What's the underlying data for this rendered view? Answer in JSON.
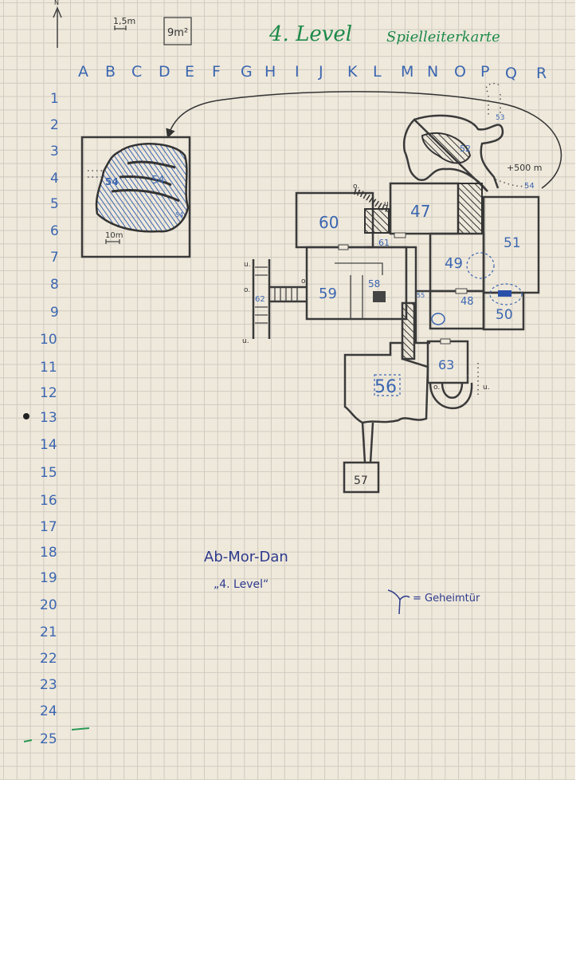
{
  "header": {
    "title": "4. Level",
    "subtitle": "Spielleiterkarte",
    "scale_label": "1,5m",
    "area_label": "9m²",
    "north_label": "N"
  },
  "columns": [
    "A",
    "B",
    "C",
    "D",
    "E",
    "F",
    "G",
    "H",
    "I",
    "J",
    "K",
    "L",
    "M",
    "N",
    "O",
    "P",
    "Q",
    "R"
  ],
  "rows": [
    "1",
    "2",
    "3",
    "4",
    "5",
    "6",
    "7",
    "8",
    "9",
    "10",
    "11",
    "12",
    "13",
    "14",
    "15",
    "16",
    "17",
    "18",
    "19",
    "20",
    "21",
    "22",
    "23",
    "24",
    "25"
  ],
  "rooms": {
    "r47": "47",
    "r48": "48",
    "r49": "49",
    "r50": "50",
    "r51": "51",
    "r52": "52",
    "r53": "53",
    "r54": "54",
    "r54a": "54",
    "r54b": "54",
    "r54c": "54",
    "r55": "55",
    "r56": "56",
    "r57": "57",
    "r58": "58",
    "r59": "59",
    "r60": "60",
    "r61": "61",
    "r62": "62",
    "r63": "63"
  },
  "annotations": {
    "distance": "+500 m",
    "inset_scale": "10m",
    "up": "u.",
    "down": "o.",
    "map_title": "Ab-Mor-Dan",
    "map_subtitle": "„4. Level“",
    "legend_secret_door": "= Geheimtür"
  },
  "colors": {
    "paper": "#efe9dc",
    "ink": "#3a3a3a",
    "blue": "#3b66b0",
    "green": "#1e8a4a"
  }
}
